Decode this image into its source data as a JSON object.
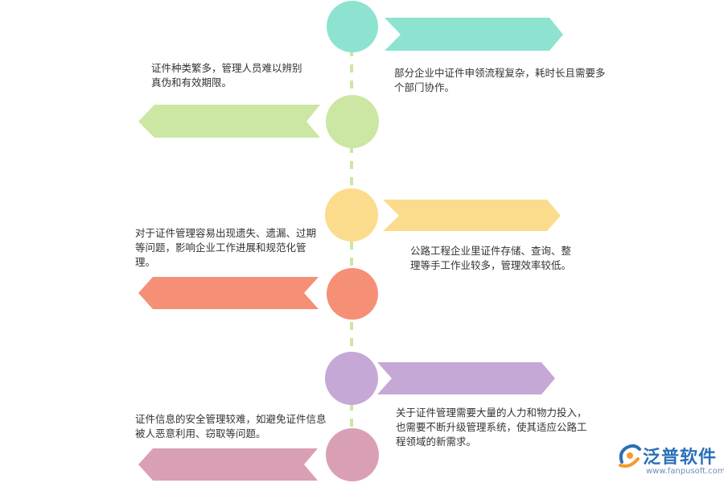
{
  "items": [
    {
      "id": "1",
      "color": "#8de3cf",
      "text": "部分企业中证件申领流程复杂，耗时长且需要多个部门协作。"
    },
    {
      "id": "2",
      "color": "#cce6a3",
      "text": "证件种类繁多，管理人员难以辨别真伪和有效期限。"
    },
    {
      "id": "3",
      "color": "#fbdc8d",
      "text": "公路工程企业里证件存储、查询、整理等手工作业较多，管理效率较低。"
    },
    {
      "id": "4",
      "color": "#f58f75",
      "text": "对于证件管理容易出现遗失、遗漏、过期等问题，影响企业工作进展和规范化管理。"
    },
    {
      "id": "5",
      "color": "#c5a8d6",
      "text": "关于证件管理需要大量的人力和物力投入，也需要不断升级管理系统，使其适应公路工程领域的新需求。"
    },
    {
      "id": "6",
      "color": "#d9a0b5",
      "text": "证件信息的安全管理较难，如避免证件信息被人恶意利用、窃取等问题。"
    }
  ],
  "timeline_color": "#cce6a3",
  "logo": {
    "name": "泛普软件",
    "url": "www.fanpusoft.com",
    "accent": "#2a6fb8",
    "orange": "#f39a2b"
  }
}
